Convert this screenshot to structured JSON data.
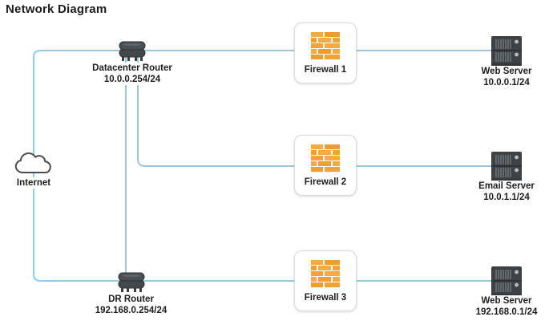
{
  "title": "Network Diagram",
  "colors": {
    "loop_line": "#85d2f2",
    "branch_line": "#9cc6da",
    "firewall_brick_light": "#f6ab42",
    "firewall_brick_dark": "#ef9c30",
    "device_dark": "#3f4447"
  },
  "nodes": {
    "internet": {
      "label": "Internet",
      "icon": "cloud-icon"
    },
    "datacenter_router": {
      "label": "Datacenter Router",
      "ip": "10.0.0.254/24",
      "icon": "router-icon"
    },
    "dr_router": {
      "label": "DR Router",
      "ip": "192.168.0.254/24",
      "icon": "router-icon"
    },
    "firewall_1": {
      "label": "Firewall 1",
      "icon": "firewall-icon"
    },
    "firewall_2": {
      "label": "Firewall 2",
      "icon": "firewall-icon"
    },
    "firewall_3": {
      "label": "Firewall 3",
      "icon": "firewall-icon"
    },
    "web_server_1": {
      "label": "Web Server",
      "ip": "10.0.0.1/24",
      "icon": "server-icon"
    },
    "email_server": {
      "label": "Email Server",
      "ip": "10.0.1.1/24",
      "icon": "server-icon"
    },
    "web_server_2": {
      "label": "Web Server",
      "ip": "192.168.0.1/24",
      "icon": "server-icon"
    }
  },
  "connections": [
    {
      "from": "internet",
      "to": "datacenter_router"
    },
    {
      "from": "internet",
      "to": "dr_router"
    },
    {
      "from": "datacenter_router",
      "to": "dr_router"
    },
    {
      "from": "datacenter_router",
      "to": "firewall_1"
    },
    {
      "from": "datacenter_router",
      "to": "firewall_2"
    },
    {
      "from": "firewall_1",
      "to": "web_server_1"
    },
    {
      "from": "firewall_2",
      "to": "email_server"
    },
    {
      "from": "dr_router",
      "to": "firewall_3"
    },
    {
      "from": "firewall_3",
      "to": "web_server_2"
    }
  ]
}
